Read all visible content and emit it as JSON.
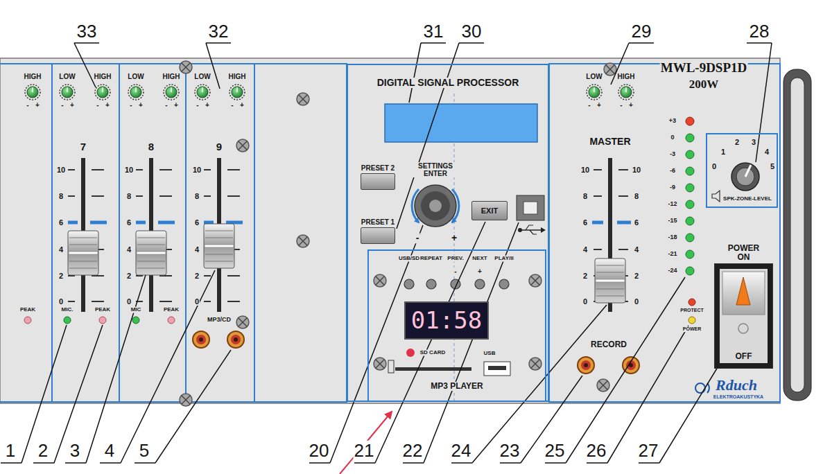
{
  "diagram": {
    "nodes": [
      {
        "text": [
          "DIGITAL SIGNAL PROCESSOR"
        ]
      },
      {
        "text": [
          "PRESET 2"
        ],
        "in": 0
      },
      {
        "text": [
          "PRESET 1"
        ],
        "in": 0
      },
      {
        "text": [
          "EXIT"
        ],
        "in": 0
      },
      {
        "text": [
          "MP3 PLAYER"
        ],
        "in": 0
      },
      {
        "text": [
          "01:58"
        ],
        "in": 4
      },
      {
        "text": [
          "SPK-ZONE-LEVEL"
        ]
      },
      {
        "text": [
          "POWER ON",
          "OFF"
        ]
      }
    ],
    "labels": [
      "33",
      "32",
      "31",
      "30",
      "29",
      "28",
      "1",
      "2",
      "3",
      "4",
      "5",
      "20",
      "21",
      "22",
      "24",
      "23",
      "25",
      "26",
      "27",
      "HIGH",
      "LOW",
      "HIGH",
      "LOW",
      "HIGH",
      "LOW",
      "HIGH",
      "LOW",
      "HIGH",
      "-",
      "+",
      "-",
      "+",
      "-",
      "+",
      "-",
      "+",
      "-",
      "+",
      "-",
      "+",
      "-",
      "+",
      "-",
      "+",
      "-",
      "+",
      "7",
      "8",
      "9",
      "10",
      "8",
      "6",
      "4",
      "2",
      "0",
      "10",
      "8",
      "6",
      "4",
      "2",
      "0",
      "10",
      "8",
      "6",
      "4",
      "2",
      "0",
      "10",
      "8",
      "6",
      "4",
      "2",
      "0",
      "10",
      "8",
      "6",
      "4",
      "2",
      "0",
      "PEAK",
      "MIC.",
      "PEAK",
      "MIC",
      "PEAK",
      "MP3/CD",
      "SETTINGS ENTER",
      "-",
      "+",
      "USB/SD",
      "REPEAT",
      "PREV.",
      "NEXT",
      "PLAY/II",
      "-",
      "+",
      "SD CARD",
      "USB",
      "MASTER",
      "RECORD",
      "+3",
      "0",
      "-3",
      "-6",
      "-9",
      "-12",
      "-15",
      "-18",
      "-21",
      "-24",
      "PROTECT",
      "POWER",
      "MWL-9DSP1D",
      "200W",
      "0",
      "1",
      "2",
      "3",
      "4",
      "5",
      "Rduch",
      "ELEKTROAKUSTYKA"
    ]
  }
}
